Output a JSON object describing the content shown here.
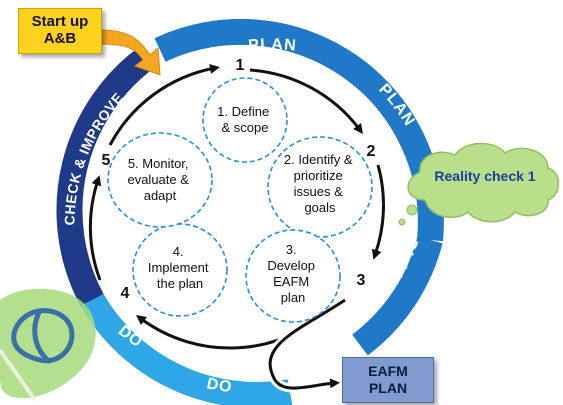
{
  "start_box": {
    "line1": "Start up",
    "line2": "A&B"
  },
  "eafm_box": {
    "line1": "EAFM",
    "line2": "PLAN"
  },
  "reality_check": "Reality check 1",
  "ring_labels": {
    "plan_top": "PLAN",
    "plan_right_upper": "PLAN",
    "plan_right_lower": "PLAN",
    "do_lower": "DO",
    "do_bottom": "DO",
    "check_improve": "CHECK & IMPROVE"
  },
  "steps": [
    {
      "number": "1",
      "lines": [
        "1. Define",
        "& scope"
      ]
    },
    {
      "number": "2",
      "lines": [
        "2. Identify &",
        "prioritize",
        "issues &",
        "goals"
      ]
    },
    {
      "number": "3",
      "lines": [
        "3.",
        "Develop",
        "EAFM",
        "plan"
      ]
    },
    {
      "number": "4",
      "lines": [
        "4.",
        "Implement",
        "the plan"
      ]
    },
    {
      "number": "5",
      "lines": [
        "5. Monitor,",
        "evaluate &",
        "adapt"
      ]
    }
  ],
  "colors": {
    "plan_blue": "#1f78c8",
    "do_light_blue": "#2fa7e6",
    "check_navy": "#203a8a",
    "start_yellow": "#ffd21f",
    "start_arrow_orange": "#f5a623",
    "cloud_green": "#b9df8a",
    "eafm_box_blue": "#7f9bd0",
    "dashed_circle": "#2a8fd6"
  }
}
